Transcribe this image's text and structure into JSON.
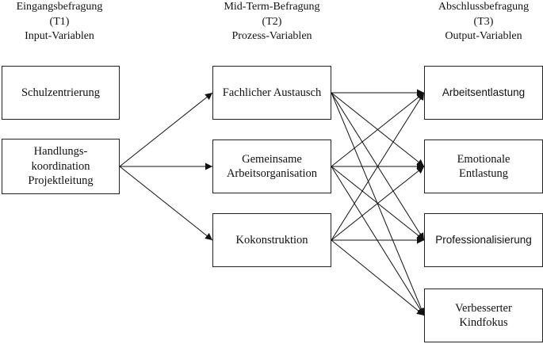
{
  "columns": {
    "t1": {
      "line1": "Eingangsbefragung",
      "line2": "(T1)",
      "line3": "Input-Variablen"
    },
    "t2": {
      "line1": "Mid-Term-Befragung",
      "line2": "(T2)",
      "line3": "Prozess-Variablen"
    },
    "t3": {
      "line1": "Abschlussbefragung",
      "line2": "(T3)",
      "line3": "Output-Variablen"
    }
  },
  "nodes": {
    "schulzentrierung": "Schulzentrierung",
    "handlungskoordination": "Handlungs-\nkoordination\nProjektleitung",
    "fachlicher_austausch": "Fachlicher Austausch",
    "gemeinsame_arbeitsorganisation": "Gemeinsame\nArbeitsorganisation",
    "kokonstruktion": "Kokonstruktion",
    "arbeitsentlastung": "Arbeitsentlastung",
    "emotionale_entlastung": "Emotionale\nEntlastung",
    "professionalisierung": "Professionalisierung",
    "verbesserter_kindfokus": "Verbesserter\nKindfokus"
  }
}
